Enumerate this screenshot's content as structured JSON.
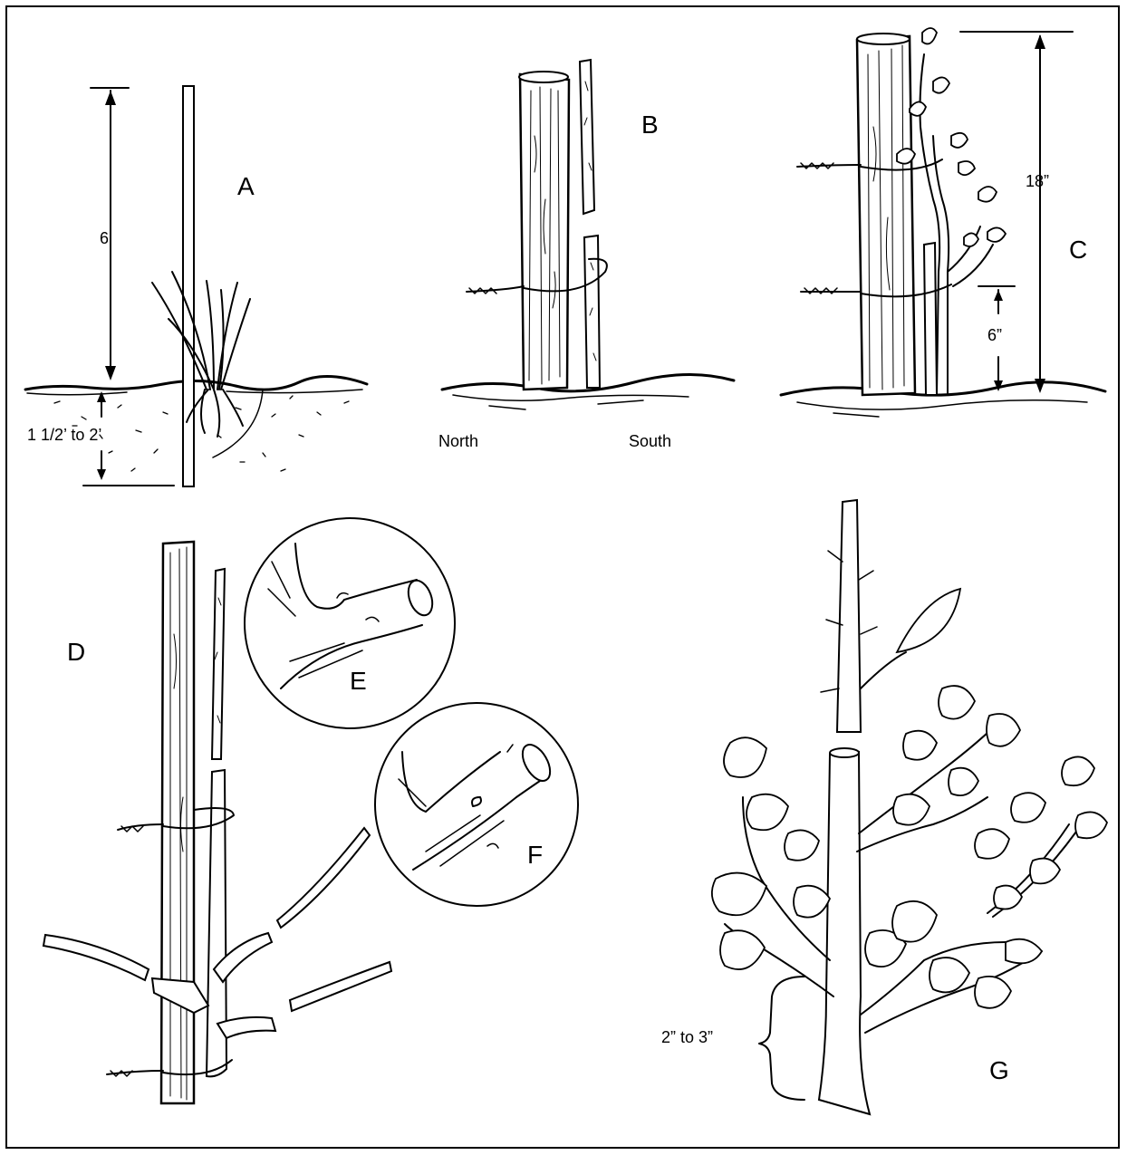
{
  "panels": {
    "A": {
      "letter": "A",
      "above_ground": "6’",
      "below_ground": "1 1/2’ to 2’"
    },
    "B": {
      "letter": "B",
      "left_side": "North",
      "right_side": "South"
    },
    "C": {
      "letter": "C",
      "total_height": "18”",
      "lower_height": "6”"
    },
    "D": {
      "letter": "D"
    },
    "E": {
      "letter": "E"
    },
    "F": {
      "letter": "F"
    },
    "G": {
      "letter": "G",
      "stem_length": "2” to 3”"
    }
  },
  "colors": {
    "ink": "#000000",
    "paper": "#ffffff"
  }
}
